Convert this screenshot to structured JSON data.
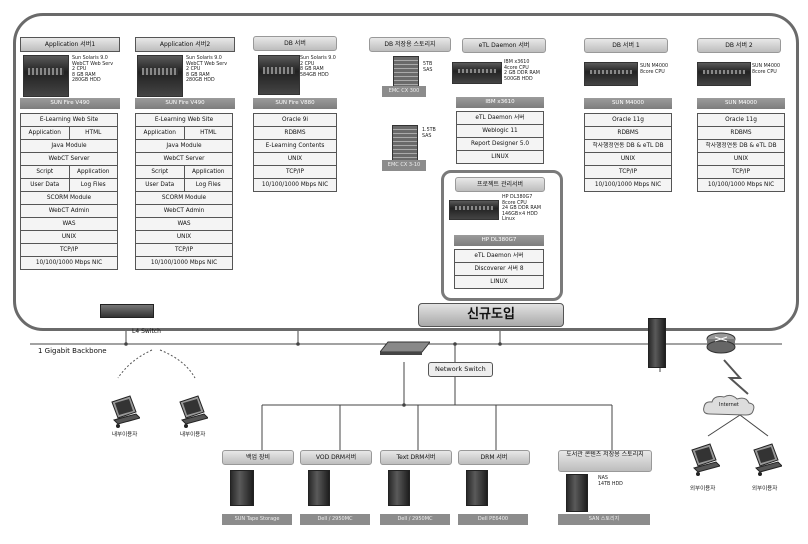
{
  "frame_title": "신규도입",
  "backbone_label": "1 Gigabit Backbone",
  "l4_label": "L4 Switch",
  "network_switch_label": "Network Switch",
  "internet_label": "Internet",
  "app1": {
    "header": "Application 서버1",
    "spec": "Sun Solaris 9.0\nWebCT Web Serv\n2 CPU\n8 GB RAM\n280GB HDD",
    "os_bar": "SUN Fire V490",
    "rows": [
      "E-Learning Web Site",
      [
        "Application",
        "HTML"
      ],
      "Java Module",
      "WebCT Server",
      [
        "Script",
        "Application"
      ],
      [
        "User Data",
        "Log Files"
      ],
      "SCORM Module",
      "WebCT Admin",
      "WAS",
      "UNIX",
      "TCP/IP",
      "10/100/1000 Mbps NIC"
    ]
  },
  "app2": {
    "header": "Application 서버2",
    "spec": "Sun Solaris 9.0\nWebCT Web Serv\n2 CPU\n8 GB RAM\n280GB HDD",
    "os_bar": "SUN Fire V490",
    "rows": [
      "E-Learning Web Site",
      [
        "Application",
        "HTML"
      ],
      "Java Module",
      "WebCT Server",
      [
        "Script",
        "Application"
      ],
      [
        "User Data",
        "Log Files"
      ],
      "SCORM Module",
      "WebCT Admin",
      "WAS",
      "UNIX",
      "TCP/IP",
      "10/100/1000 Mbps NIC"
    ]
  },
  "db": {
    "header": "DB 서버",
    "spec": "Sun Solaris 9.0\n2 CPU\n8 GB RAM\n584GB HDD",
    "os_bar": "SUN Fire V880",
    "rows": [
      "Oracle 9i",
      "RDBMS",
      "E-Learning Contents",
      "UNIX",
      "TCP/IP",
      "10/100/1000 Mbps NIC"
    ]
  },
  "db_storage": {
    "header": "DB 저장용 스토리지",
    "top_spec": "5TB\nSAS",
    "top_tag": "EMC CX 300",
    "bottom_spec": "1.5TB\nSAS",
    "bottom_tag": "EMC CX 3-10"
  },
  "etl": {
    "header": "eTL Daemon 서버",
    "spec": "IBM x3610\n4core CPU\n2 GB DDR RAM\n500GB HDD",
    "os_bar": "IBM x3610",
    "rows": [
      "eTL Daemon 서버",
      "Weblogic 11",
      "Report Designer 5.0",
      "LINUX"
    ]
  },
  "new_server": {
    "header": "프로젝트 관리서버",
    "spec": "HP DL380G7\n8core CPU\n24 GB DDR RAM\n146GB×4 HDD\nLinux",
    "os_bar": "HP DL380G7",
    "rows": [
      "eTL Daemon 서버",
      "Discoverer 서버 8",
      "LINUX"
    ]
  },
  "db1": {
    "header": "DB 서버 1",
    "spec": "SUN M4000\n8core CPU",
    "os_bar": "SUN M4000",
    "rows": [
      "Oracle 11g",
      "RDBMS",
      "학사행정연동 DB & eTL DB",
      "UNIX",
      "TCP/IP",
      "10/100/1000 Mbps NIC"
    ]
  },
  "db2": {
    "header": "DB 서버 2",
    "spec": "SUN M4000\n8core CPU",
    "os_bar": "SUN M4000",
    "rows": [
      "Oracle 11g",
      "RDBMS",
      "학사행정연동 DB & eTL DB",
      "UNIX",
      "TCP/IP",
      "10/100/1000 Mbps NIC"
    ]
  },
  "bottom_servers": [
    {
      "header": "백업 장비",
      "tag": "SUN Tape Storage"
    },
    {
      "header": "VOD DRM서버",
      "tag": "Dell / 2950MC"
    },
    {
      "header": "Text DRM서버",
      "tag": "Dell / 2950MC"
    },
    {
      "header": "DRM 서버",
      "tag": "Dell PE6400"
    },
    {
      "header": "도서관 콘텐츠 저장용 스토리지",
      "tag": "SAN 스토리지",
      "spec": "NAS\n14TB HDD"
    }
  ],
  "users": {
    "internal1": "내부이용자",
    "internal2": "내부이용자",
    "external1": "외부이용자",
    "external2": "외부이용자"
  }
}
